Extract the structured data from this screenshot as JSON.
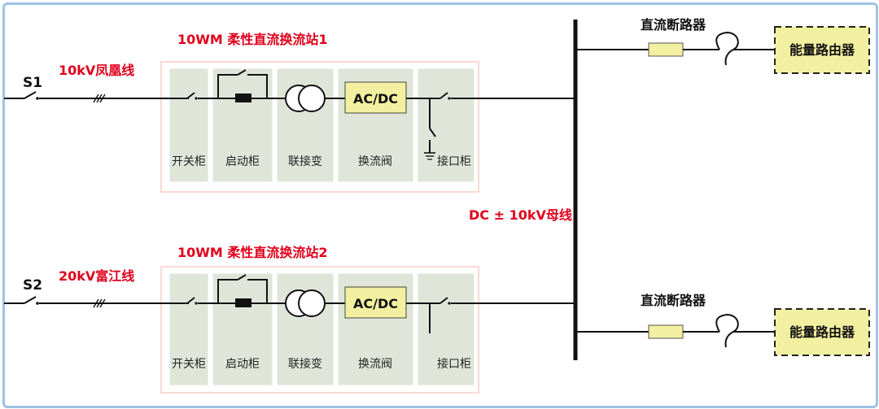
{
  "sources": [
    {
      "id": "S1",
      "line": "10kV凤凰线",
      "station": "10WM 柔性直流换流站1"
    },
    {
      "id": "S2",
      "line": "20kV富江线",
      "station": "10WM 柔性直流换流站2"
    }
  ],
  "cabinets": {
    "switch": "开关柜",
    "startup": "启动柜",
    "transformer": "联接变",
    "valve": "换流阀",
    "interface": "接口柜"
  },
  "converter_label": "AC/DC",
  "bus_label": "DC ± 10kV母线",
  "outputs": [
    {
      "breaker": "直流断路器",
      "router": "能量路由器"
    },
    {
      "breaker": "直流断路器",
      "router": "能量路由器"
    }
  ],
  "colors": {
    "red_text": "#e0001b",
    "cabinet_fill": "#dfe6d9",
    "converter_fill": "#f2f0a0",
    "router_fill": "#f2f0a0",
    "frame_border": "#9ec3e6"
  }
}
